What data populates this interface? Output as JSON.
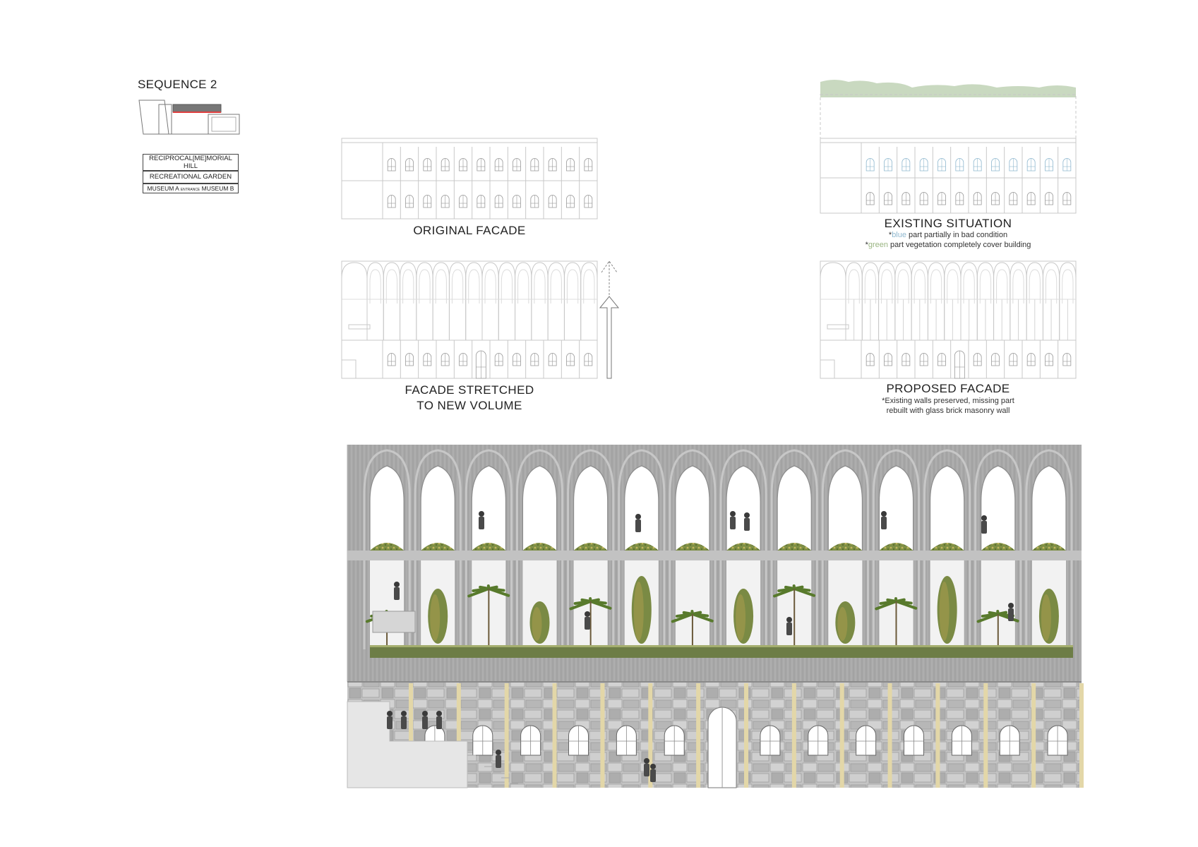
{
  "sequence": {
    "title": "SEQUENCE 2",
    "key": {
      "row1": "RECIPROCAL[ME]MORIAL HILL",
      "row2": "RECREATIONAL GARDEN",
      "row3_left": "MUSEUM A",
      "row3_mid": "ENTRANCE",
      "row3_right": "MUSEUM B"
    }
  },
  "panels": {
    "original": {
      "caption": "ORIGINAL FACADE"
    },
    "existing": {
      "caption": "EXISTING SITUATION",
      "note1_prefix": "*",
      "note1_color_word": "blue",
      "note1_rest": " part partially in bad condition",
      "note2_prefix": "*",
      "note2_color_word": "green",
      "note2_rest": " part vegetation completely cover building"
    },
    "stretched": {
      "caption_line1": "FACADE STRETCHED",
      "caption_line2": "TO NEW VOLUME"
    },
    "proposed": {
      "caption": "PROPOSED FACADE",
      "note_line1": "*Existing walls preserved, missing part",
      "note_line2": "rebuilt with glass brick masonry wall"
    }
  },
  "colors": {
    "line": "#c8c8c8",
    "blue_note": "#8fb8cf",
    "green_note": "#9ab582",
    "vegetation_fill": "#c9d9c0",
    "concrete": "#a9a9a9",
    "stone": "#bdbdbd",
    "greenery": "#6f8a3c"
  }
}
